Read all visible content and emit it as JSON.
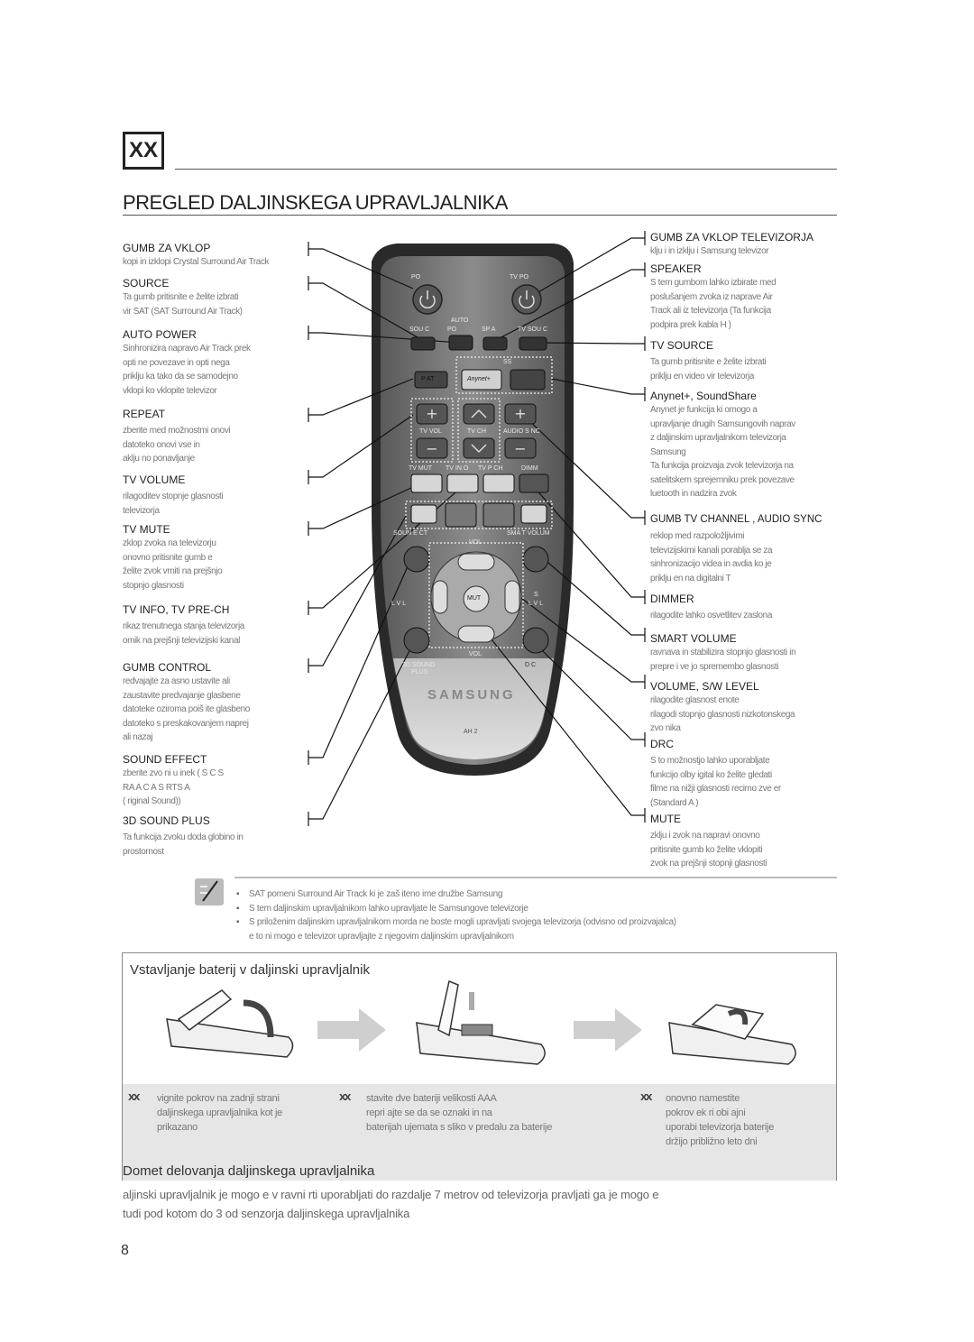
{
  "header": {
    "logo_glyph": "XX",
    "title": "PREGLED DALJINSKEGA UPRAVLJALNIKA"
  },
  "left_labels": [
    {
      "head": "GUMB ZA VKLOP",
      "desc": [
        "kopi in izklopi Crystal Surround Air Track"
      ]
    },
    {
      "head": "SOURCE",
      "desc": [
        "Ta gumb pritisnite   e želite izbrati",
        "vir SAT  (SAT  Surround Air Track)"
      ]
    },
    {
      "head": "AUTO POWER",
      "desc": [
        "Sinhronizira napravo Air Track prek",
        "opti ne povezave in opti nega",
        "priklju ka tako  da se samodejno",
        "vklopi  ko vklopite televizor"
      ]
    },
    {
      "head": "REPEAT",
      "desc": [
        "zberite med možnostmi  onovi",
        "datoteko   onovi vse in",
        "aklju no ponavljanje"
      ]
    },
    {
      "head": "TV VOLUME",
      "desc": [
        "rilagoditev stopnje glasnosti",
        "televizorja"
      ]
    },
    {
      "head": "TV MUTE",
      "desc": [
        "zklop zvoka na televizorju",
        "onovno pritisnite gumb   e",
        "želite zvok vrniti na prejšnjo",
        "stopnjo glasnosti"
      ]
    },
    {
      "head": "TV INFO, TV PRE-CH",
      "desc": [
        "rikaz trenutnega stanja televizorja",
        "omik na prejšnji televizijski kanal"
      ]
    },
    {
      "head": "GUMB CONTROL",
      "desc": [
        "redvajajte  za asno ustavite ali",
        "zaustavite predvajanje glasbene",
        "datoteke oziroma poiš ite glasbeno",
        "datoteko s preskakovanjem naprej",
        "ali nazaj"
      ]
    },
    {
      "head": "SOUND EFFECT",
      "desc": [
        "zberite zvo ni u inek  ( S C      S",
        "RA A C    A  S  RTS   A",
        "(  riginal Sound))"
      ]
    },
    {
      "head": "3D SOUND PLUS",
      "desc": [
        "Ta funkcija zvoku doda globino in",
        "prostornost"
      ]
    }
  ],
  "right_labels": [
    {
      "head": "GUMB ZA VKLOP TELEVIZORJA",
      "desc": [
        "klju i in izklju i Samsung televizor"
      ]
    },
    {
      "head": "SPEAKER",
      "desc": [
        "S tem gumbom lahko izbirate med",
        "poslušanjem zvoka iz naprave Air",
        "Track ali iz televizorja  (Ta funkcija",
        "podpira prek kabla H    )"
      ]
    },
    {
      "head": "TV SOURCE",
      "desc": [
        "Ta gumb pritisnite   e želite izbrati",
        "priklju en video vir televizorja"
      ]
    },
    {
      "head": "Anynet+, SoundShare",
      "desc": [
        "Anynet  je funkcija  ki omogo a",
        "upravljanje drugih Samsungovih naprav",
        "z daljinskim upravljalnikom televizorja",
        "Samsung",
        "Ta funkcija proizvaja zvok televizorja na",
        "satelitskem sprejemniku prek povezave",
        "luetooth in nadzira zvok"
      ]
    },
    {
      "head": "GUMB TV CHANNEL   , AUDIO SYNC",
      "desc": [
        "reklop med razpoložljivimi",
        "televizijskimi kanali       porablja se za",
        "sinhronizacijo videa in avdia  ko je",
        "priklju en na digitalni T"
      ]
    },
    {
      "head": "DIMMER",
      "desc": [
        "rilagodite lahko osvetlitev zaslona"
      ]
    },
    {
      "head": "SMART VOLUME",
      "desc": [
        "ravnava in stabilizira stopnjo glasnosti in",
        "prepre i ve jo spremembo glasnosti"
      ]
    },
    {
      "head": "VOLUME, S/W LEVEL",
      "desc": [
        "rilagodite glasnost enote",
        "rilagodi stopnjo glasnosti nizkotonskega",
        "zvo nika"
      ]
    },
    {
      "head": "DRC",
      "desc": [
        "S to možnostjo lahko uporabljate",
        "funkcijo  olby  igital  ko želite gledati",
        "filme na nižji glasnosti  recimo zve er",
        "(Standard   A     )"
      ]
    },
    {
      "head": "MUTE",
      "desc": [
        "zklju i zvok na napravi   onovno",
        "pritisnite gumb  ko želite vklopiti",
        "zvok na prejšnji stopnji glasnosti"
      ]
    }
  ],
  "remote": {
    "power_left": "PO",
    "power_right": "TV PO",
    "auto": "AUTO",
    "row1": [
      "SOU C",
      "PO",
      "SP A",
      "TV SOU C"
    ],
    "ss": "SS",
    "repeat": "P AT",
    "anynet": "Anynet+",
    "tv_vol": "TV VOL",
    "tv_ch": "TV CH",
    "audio_sync": "AUDIO S NC",
    "row_mute": [
      "TV MUT",
      "TV IN O",
      "TV P  CH",
      "DIMM"
    ],
    "sound_effect": "SOUN  E   CT",
    "smart_volume": "SMA T VOLUM",
    "vol": "VOL",
    "mute": "MUT",
    "sw_left": "S",
    "lvl": "L V L",
    "sound_3d": "3D SOUND",
    "plus": "PLUS",
    "drc": "D C",
    "brand": "SAMSUNG",
    "model": "AH    2"
  },
  "notes": [
    "SAT pomeni Surround Air Track  ki je zaš iteno ime družbe Samsung",
    "S tem daljinskim upravljalnikom lahko upravljate le Samsungove televizorje",
    "S priloženim daljinskim upravljalnikom morda ne boste mogli upravljati svojega televizorja (odvisno od proizvajalca)",
    "e to ni mogo e  televizor upravljajte z njegovim daljinskim upravljalnikom"
  ],
  "battery": {
    "title": "Vstavljanje baterij v daljinski upravljalnik",
    "steps": [
      {
        "num": "XX",
        "lines": [
          "vignite pokrov na zadnji strani",
          "daljinskega upravljalnika  kot je",
          "prikazano"
        ]
      },
      {
        "num": "XX",
        "lines": [
          "stavite dve bateriji velikosti AAA",
          "repri ajte se  da se oznaki    in     na",
          "baterijah ujemata s sliko v predalu za baterije"
        ]
      },
      {
        "num": "XX",
        "lines": [
          "onovno namestite",
          "pokrov ek   ri obi ajni",
          "uporabi televizorja baterije",
          "držijo približno leto dni"
        ]
      }
    ]
  },
  "range": {
    "title": "Domet delovanja daljinskega upravljalnika",
    "lines": [
      "aljinski upravljalnik je mogo e v ravni  rti uporabljati do razdalje 7 metrov od televizorja   pravljati ga je mogo e",
      "tudi pod kotom do 3   od senzorja daljinskega upravljalnika"
    ]
  },
  "page_number": "8"
}
